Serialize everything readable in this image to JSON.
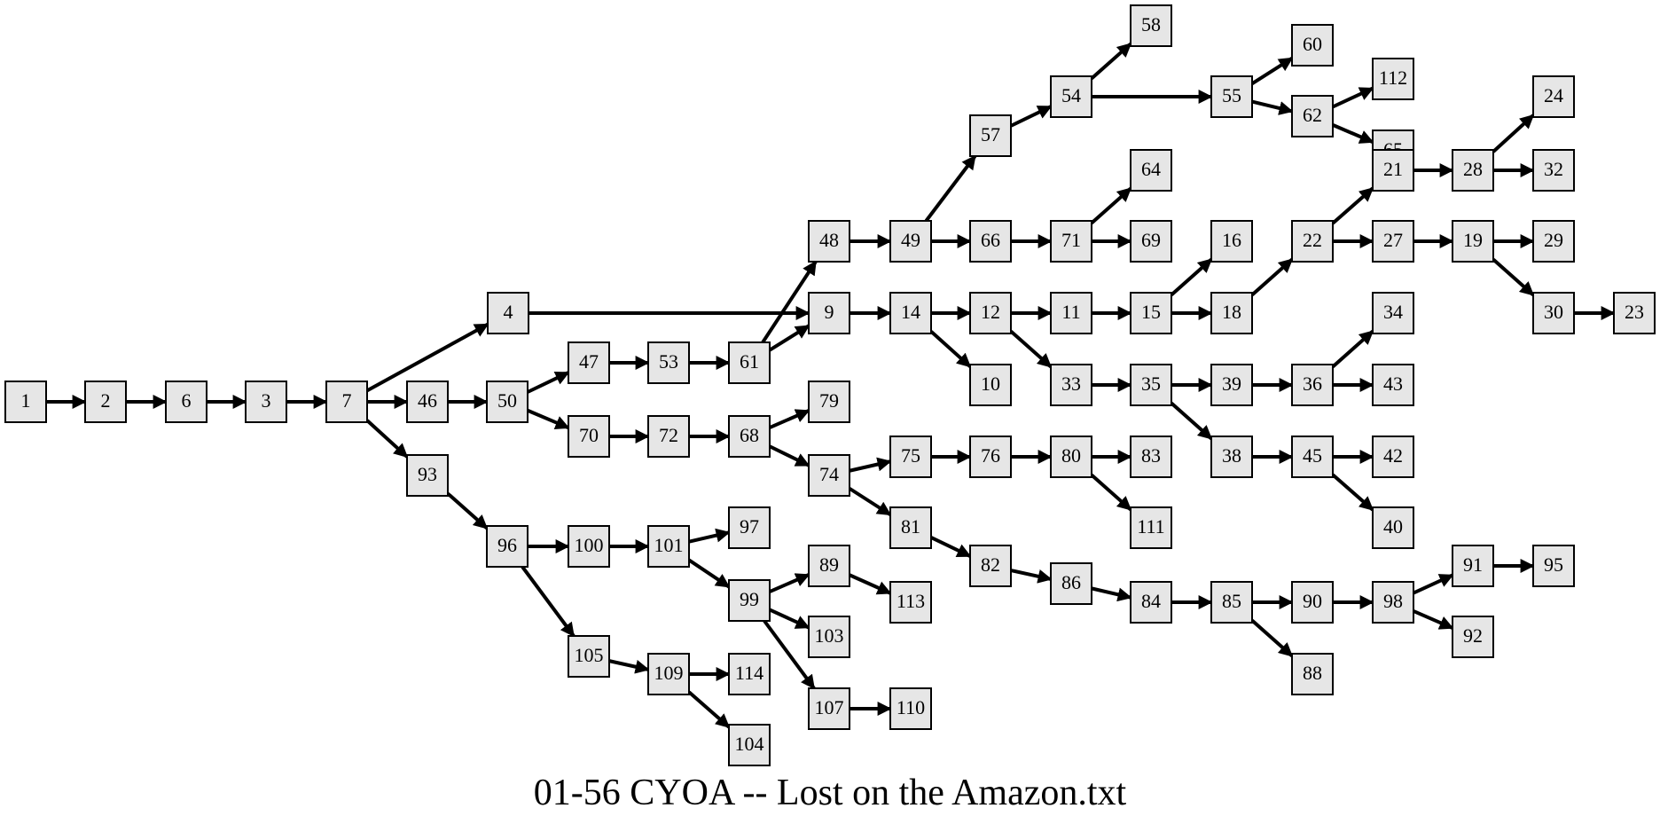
{
  "diagram": {
    "title": "01-56 CYOA -- Lost on the Amazon.txt",
    "nodes": [
      "1",
      "2",
      "6",
      "3",
      "7",
      "4",
      "46",
      "93",
      "50",
      "47",
      "70",
      "53",
      "61",
      "48",
      "9",
      "72",
      "68",
      "79",
      "74",
      "96",
      "100",
      "105",
      "101",
      "97",
      "99",
      "89",
      "113",
      "103",
      "107",
      "110",
      "109",
      "114",
      "104",
      "75",
      "81",
      "76",
      "80",
      "83",
      "111",
      "82",
      "86",
      "84",
      "85",
      "90",
      "88",
      "98",
      "91",
      "92",
      "95",
      "49",
      "57",
      "66",
      "54",
      "58",
      "55",
      "60",
      "62",
      "112",
      "65",
      "71",
      "64",
      "69",
      "14",
      "12",
      "10",
      "11",
      "15",
      "16",
      "18",
      "22",
      "21",
      "27",
      "28",
      "24",
      "32",
      "19",
      "29",
      "30",
      "23",
      "33",
      "35",
      "39",
      "36",
      "34",
      "43",
      "38",
      "45",
      "42",
      "40"
    ],
    "edges": [
      [
        "1",
        "2"
      ],
      [
        "2",
        "6"
      ],
      [
        "6",
        "3"
      ],
      [
        "3",
        "7"
      ],
      [
        "7",
        "4"
      ],
      [
        "7",
        "46"
      ],
      [
        "7",
        "93"
      ],
      [
        "4",
        "9"
      ],
      [
        "46",
        "50"
      ],
      [
        "50",
        "47"
      ],
      [
        "50",
        "70"
      ],
      [
        "47",
        "53"
      ],
      [
        "53",
        "61"
      ],
      [
        "61",
        "48"
      ],
      [
        "61",
        "9"
      ],
      [
        "70",
        "72"
      ],
      [
        "72",
        "68"
      ],
      [
        "68",
        "79"
      ],
      [
        "68",
        "74"
      ],
      [
        "93",
        "96"
      ],
      [
        "96",
        "100"
      ],
      [
        "96",
        "105"
      ],
      [
        "100",
        "101"
      ],
      [
        "101",
        "97"
      ],
      [
        "101",
        "99"
      ],
      [
        "99",
        "89"
      ],
      [
        "89",
        "113"
      ],
      [
        "99",
        "103"
      ],
      [
        "99",
        "107"
      ],
      [
        "107",
        "110"
      ],
      [
        "105",
        "109"
      ],
      [
        "109",
        "114"
      ],
      [
        "109",
        "104"
      ],
      [
        "74",
        "75"
      ],
      [
        "74",
        "81"
      ],
      [
        "75",
        "76"
      ],
      [
        "76",
        "80"
      ],
      [
        "80",
        "83"
      ],
      [
        "80",
        "111"
      ],
      [
        "81",
        "82"
      ],
      [
        "82",
        "86"
      ],
      [
        "86",
        "84"
      ],
      [
        "84",
        "85"
      ],
      [
        "85",
        "90"
      ],
      [
        "85",
        "88"
      ],
      [
        "90",
        "98"
      ],
      [
        "98",
        "91"
      ],
      [
        "98",
        "92"
      ],
      [
        "91",
        "95"
      ],
      [
        "48",
        "49"
      ],
      [
        "49",
        "57"
      ],
      [
        "49",
        "66"
      ],
      [
        "57",
        "54"
      ],
      [
        "54",
        "58"
      ],
      [
        "54",
        "55"
      ],
      [
        "55",
        "60"
      ],
      [
        "55",
        "62"
      ],
      [
        "62",
        "112"
      ],
      [
        "62",
        "65"
      ],
      [
        "66",
        "71"
      ],
      [
        "71",
        "64"
      ],
      [
        "71",
        "69"
      ],
      [
        "9",
        "14"
      ],
      [
        "14",
        "12"
      ],
      [
        "14",
        "10"
      ],
      [
        "12",
        "11"
      ],
      [
        "12",
        "33"
      ],
      [
        "11",
        "15"
      ],
      [
        "15",
        "16"
      ],
      [
        "15",
        "18"
      ],
      [
        "18",
        "22"
      ],
      [
        "22",
        "21"
      ],
      [
        "22",
        "27"
      ],
      [
        "21",
        "28"
      ],
      [
        "28",
        "24"
      ],
      [
        "28",
        "32"
      ],
      [
        "27",
        "19"
      ],
      [
        "19",
        "29"
      ],
      [
        "19",
        "30"
      ],
      [
        "30",
        "23"
      ],
      [
        "33",
        "35"
      ],
      [
        "35",
        "39"
      ],
      [
        "35",
        "38"
      ],
      [
        "39",
        "36"
      ],
      [
        "36",
        "34"
      ],
      [
        "36",
        "43"
      ],
      [
        "38",
        "45"
      ],
      [
        "45",
        "42"
      ],
      [
        "45",
        "40"
      ]
    ]
  }
}
